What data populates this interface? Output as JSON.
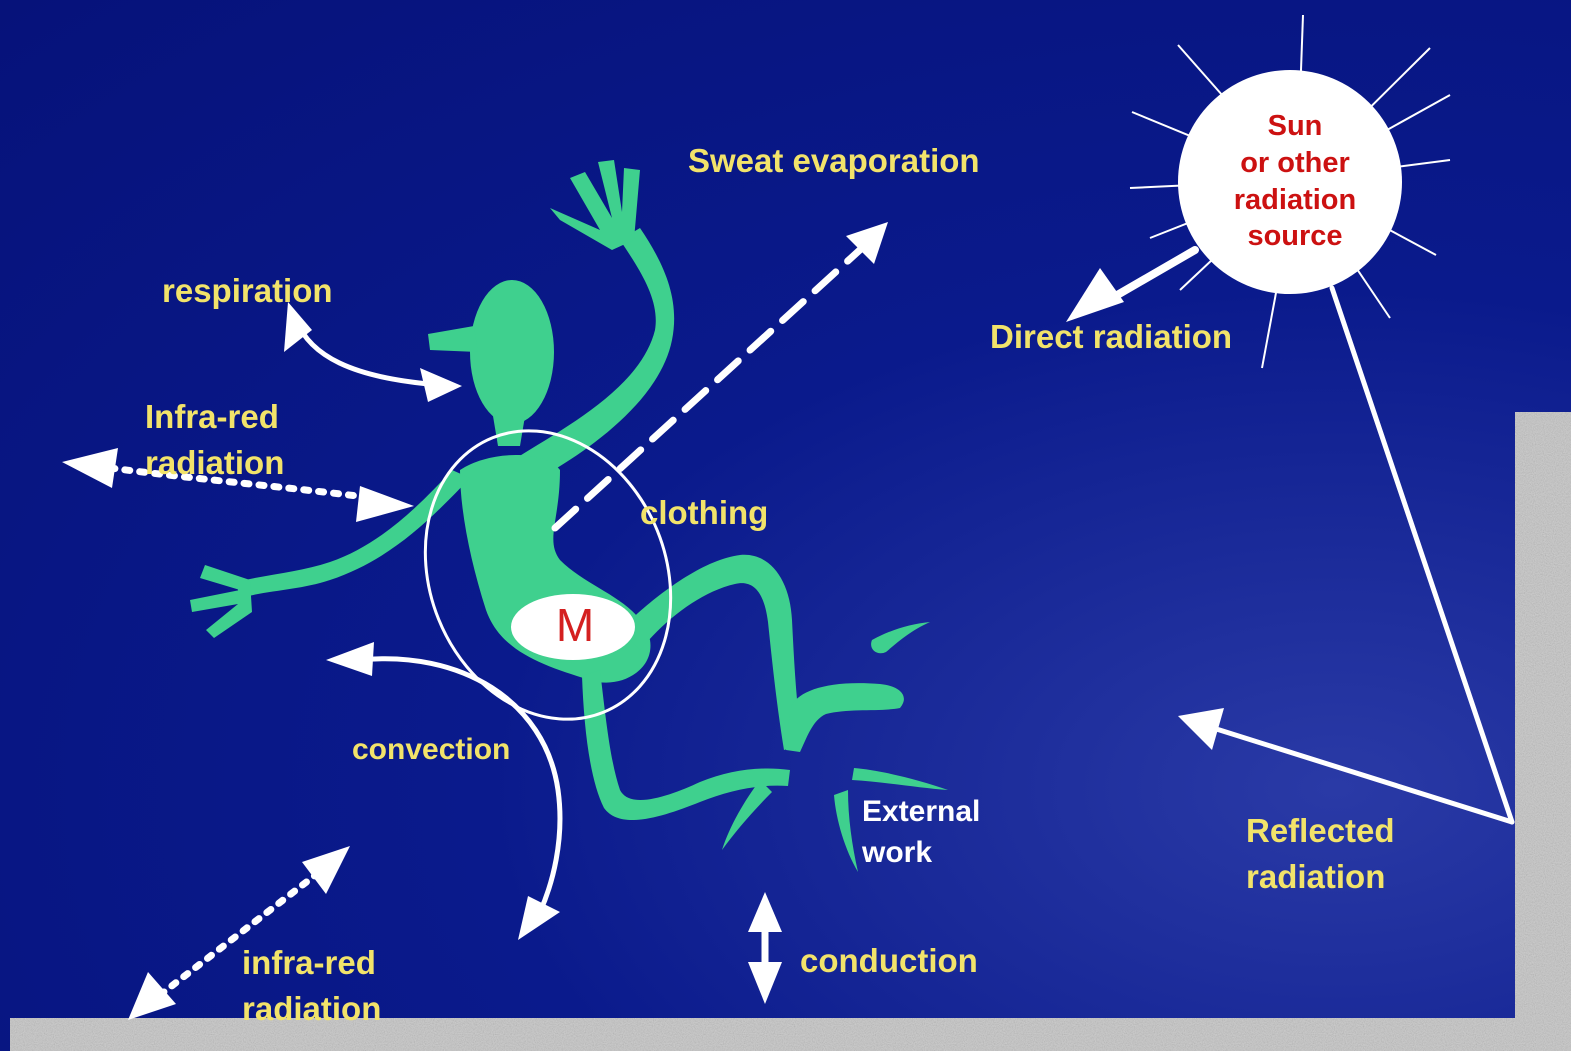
{
  "labels": {
    "sweat_evaporation": "Sweat evaporation",
    "respiration": "respiration",
    "infra_red_radiation_top_1": "Infra-red",
    "infra_red_radiation_top_2": "radiation",
    "clothing": "clothing",
    "convection": "convection",
    "external_work_1": "External",
    "external_work_2": "work",
    "infra_red_radiation_bottom_1": "infra-red",
    "infra_red_radiation_bottom_2": "radiation",
    "conduction": "conduction",
    "direct_radiation": "Direct radiation",
    "reflected_radiation_1": "Reflected",
    "reflected_radiation_2": "radiation",
    "metabolism": "M"
  },
  "sun": {
    "line1": "Sun",
    "line2": "or other",
    "line3": "radiation",
    "line4": "source"
  },
  "colors": {
    "background": "#0a1a8c",
    "figure": "#3fd08e",
    "label_text": "#f2e36a",
    "sun_text": "#cc1111",
    "arrows": "#ffffff",
    "ground": "#a8a8a8"
  }
}
